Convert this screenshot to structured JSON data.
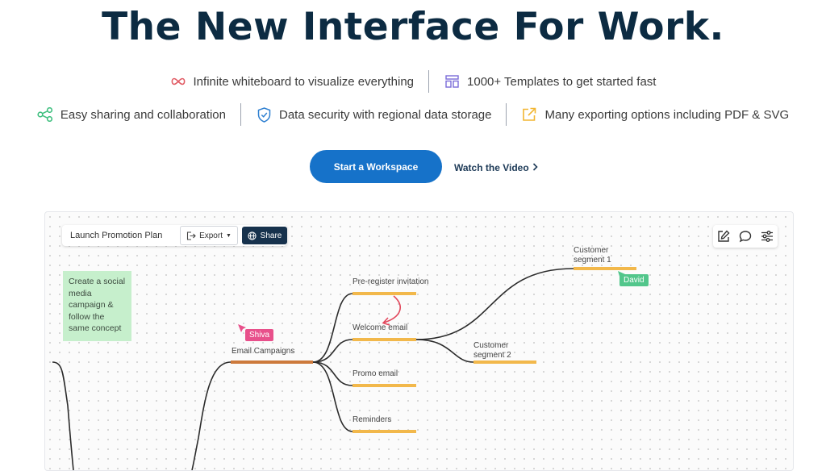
{
  "hero": {
    "title": "The New Interface For Work."
  },
  "features": {
    "row1": [
      {
        "icon": "infinity-icon",
        "label": "Infinite whiteboard to visualize everything",
        "color": "#e15b64"
      },
      {
        "icon": "templates-icon",
        "label": "1000+ Templates to get started fast",
        "color": "#7b6cd9"
      }
    ],
    "row2": [
      {
        "icon": "share-nodes-icon",
        "label": "Easy sharing and collaboration",
        "color": "#3fbf7f"
      },
      {
        "icon": "shield-check-icon",
        "label": "Data security with regional data storage",
        "color": "#2f80d1"
      },
      {
        "icon": "external-link-icon",
        "label": "Many exporting options including PDF & SVG",
        "color": "#f2b632"
      }
    ]
  },
  "cta": {
    "primary_label": "Start a Workspace",
    "secondary_label": "Watch the Video",
    "primary_color": "#1672c9"
  },
  "board": {
    "toolbar": {
      "doc_title": "Launch Promotion Plan",
      "export_label": "Export",
      "share_label": "Share"
    },
    "tools": [
      "edit-icon",
      "comment-icon",
      "sliders-icon"
    ],
    "sticky_note": {
      "text": "Create a social media campaign & follow the same concept",
      "color": "#c6efcc"
    },
    "mindmap": {
      "root": "Email Campaigns",
      "branches": [
        "Pre-register invitation",
        "Welcome email",
        "Promo email",
        "Reminders"
      ],
      "sub_branches": [
        "Customer segment 1",
        "Customer segment 2"
      ]
    },
    "collaborators": [
      {
        "name": "Shiva",
        "color": "#e8508b"
      },
      {
        "name": "David",
        "color": "#52c68b"
      }
    ]
  }
}
